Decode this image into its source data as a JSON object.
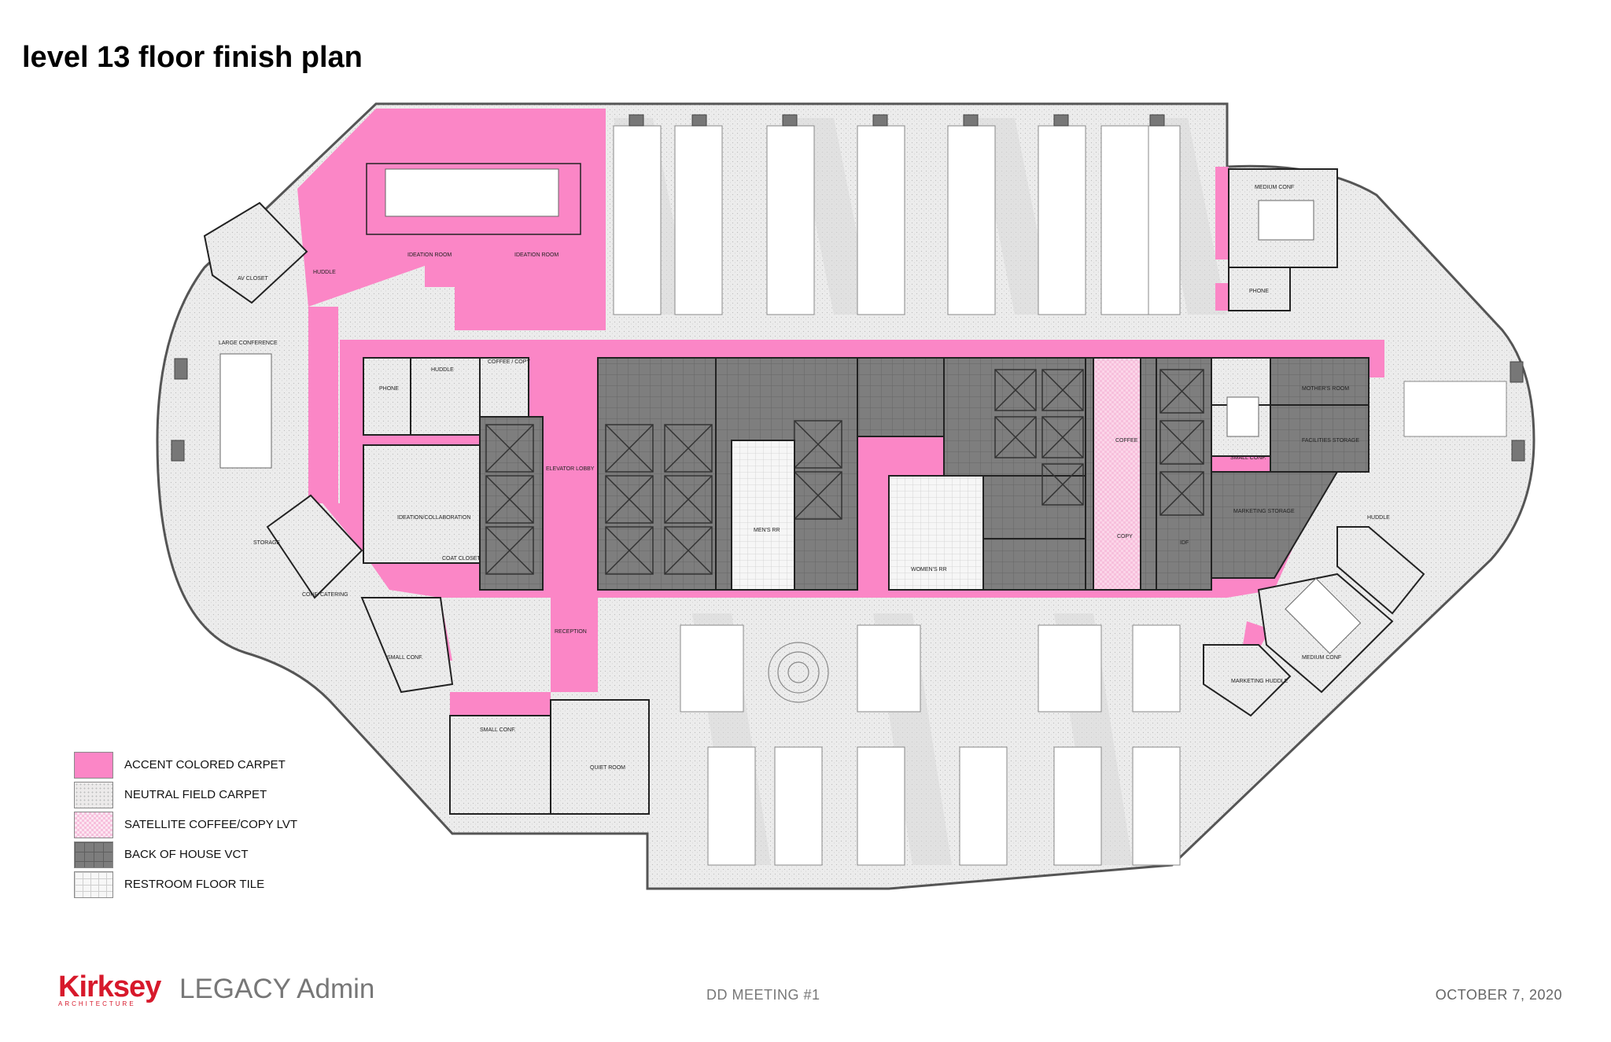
{
  "title": "level 13 floor finish plan",
  "legend": [
    {
      "label": "ACCENT COLORED CARPET",
      "color": "#fb86c6"
    },
    {
      "label": "NEUTRAL FIELD CARPET",
      "color": "#eceaea"
    },
    {
      "label": "SATELLITE COFFEE/COPY LVT",
      "color": "#f7bfdc"
    },
    {
      "label": "BACK OF HOUSE VCT",
      "color": "#7d7d7d"
    },
    {
      "label": "RESTROOM FLOOR TILE",
      "color": "#f7f7f7"
    }
  ],
  "rooms": {
    "ideation_room_1": "IDEATION ROOM",
    "ideation_room_2": "IDEATION ROOM",
    "huddle_nw": "HUDDLE",
    "av_closet": "AV CLOSET",
    "large_conference": "LARGE CONFERENCE",
    "phone_w": "PHONE",
    "huddle_w": "HUDDLE",
    "coffee_copy": "COFFEE / COPY",
    "ideation_collaboration": "IDEATION/COLLABORATION",
    "coat_closet": "COAT CLOSET",
    "storage_w": "STORAGE",
    "conf_catering": "CONF. CATERING",
    "small_conf_sw": "SMALL CONF.",
    "elevator_lobby": "ELEVATOR LOBBY",
    "reception": "RECEPTION",
    "small_conf_s": "SMALL CONF.",
    "quiet_room": "QUIET ROOM",
    "mens_rr": "MEN'S RR",
    "womens_rr": "WOMEN'S RR",
    "coffee": "COFFEE",
    "copy": "COPY",
    "idf": "IDF",
    "medium_conf_ne": "MEDIUM CONF",
    "phone_ne": "PHONE",
    "mothers_room": "MOTHER'S ROOM",
    "small_conf_e": "SMALL CONF.",
    "facilities_storage": "FACILITIES STORAGE",
    "marketing_storage": "MARKETING STORAGE",
    "huddle_e": "HUDDLE",
    "medium_conf_se": "MEDIUM CONF",
    "marketing_huddle": "MARKETING HUDDLE"
  },
  "footer": {
    "logo": "Kirksey",
    "logo_sub": "ARCHITECTURE",
    "project": "LEGACY Admin",
    "meeting": "DD MEETING #1",
    "date": "OCTOBER 7,  2020"
  },
  "colors": {
    "accent": "#fb86c6",
    "neutral": "#eceaea",
    "lvt": "#f7bfdc",
    "vct": "#7d7d7d",
    "tile": "#f7f7f7",
    "brand": "#d7192b"
  }
}
